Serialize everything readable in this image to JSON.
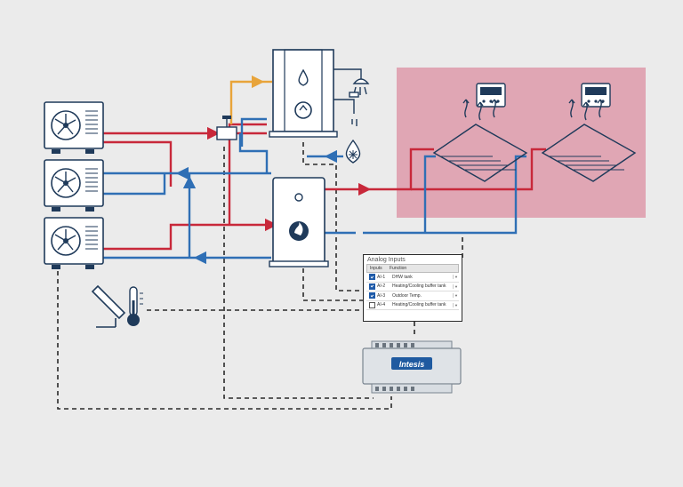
{
  "panel": {
    "title": "Analog Inputs",
    "col_inputs": "Inputs",
    "col_function": "Function",
    "rows": [
      {
        "id": "AI-1",
        "function": "DHW tank",
        "checked": true
      },
      {
        "id": "AI-2",
        "function": "Heating/Cooling buffer tank",
        "checked": true
      },
      {
        "id": "AI-3",
        "function": "Outdoor Temp.",
        "checked": true
      },
      {
        "id": "AI-4",
        "function": "Heating/Cooling buffer tank",
        "checked": false
      }
    ]
  },
  "device": {
    "brand": "Intesis"
  },
  "colors": {
    "background": "#ebebeb",
    "hot_pipe": "#c8283a",
    "cold_pipe": "#2f6fb5",
    "dhw_pipe": "#e8a43a",
    "signal_line": "#2a2a2a",
    "zone_fill": "#e0a6b4",
    "outline": "#1f3a5a"
  },
  "icons": [
    "heat-pump-icon",
    "dhw-tank-icon",
    "shower-icon",
    "tap-icon",
    "cold-water-icon",
    "buffer-tank-icon",
    "thermostat-icon",
    "underfloor-heating-icon",
    "solar-panel-icon",
    "thermometer-icon",
    "gateway-icon",
    "mixing-valve-icon"
  ]
}
